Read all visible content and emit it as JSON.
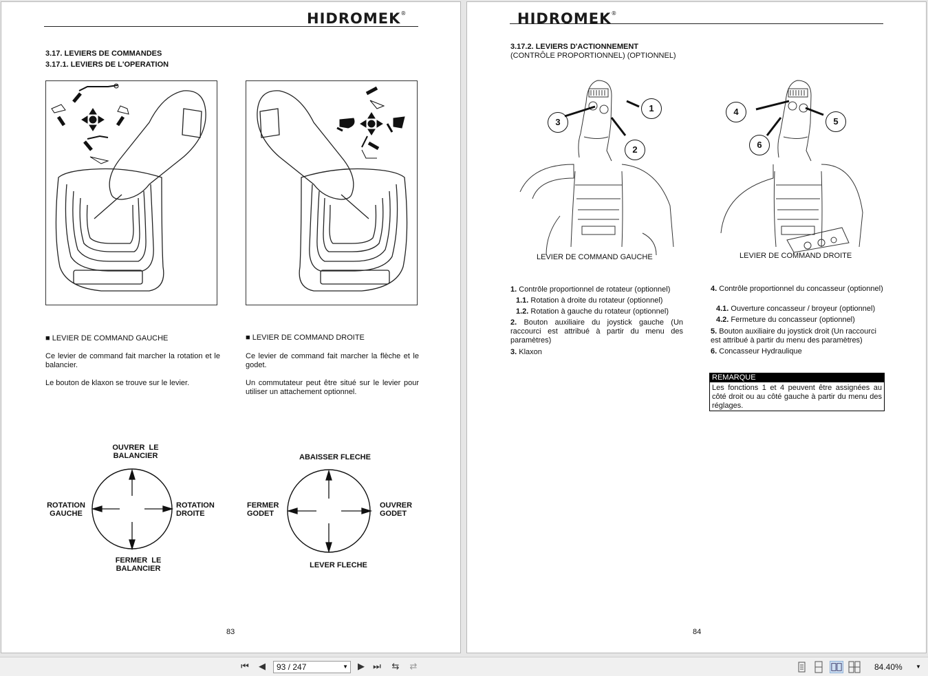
{
  "brand": "HIDROMEK",
  "left_page": {
    "heading1": "3.17. LEVIERS DE COMMANDES",
    "heading2": "3.17.1. LEVIERS DE L'OPERATION",
    "left_lever_title": "■ LEVIER DE COMMAND GAUCHE",
    "left_lever_p1": "Ce levier de command fait marcher la rotation et le balancier.",
    "left_lever_p2": "Le bouton de klaxon se trouve sur le levier.",
    "right_lever_title": "■ LEVIER DE COMMAND DROITE",
    "right_lever_p1": "Ce levier de command fait marcher la flèche et le godet.",
    "right_lever_p2": "Un commutateur peut être situé sur le levier pour utiliser un attachement optionnel.",
    "diagram_left": {
      "top": "OUVRER  LE\nBALANCIER",
      "left": "ROTATION\nGAUCHE",
      "right": "ROTATION\nDROITE",
      "bottom": "FERMER  LE\nBALANCIER"
    },
    "diagram_right": {
      "top": "ABAISSER FLECHE",
      "left": "FERMER\nGODET",
      "right": "OUVRER\nGODET",
      "bottom": "LEVER FLECHE"
    },
    "page_number": "83"
  },
  "right_page": {
    "heading1": "3.17.2. LEVIERS D'ACTIONNEMENT",
    "heading2": "(CONTRÔLE PROPORTIONNEL) (OPTIONNEL)",
    "caption_left": "LEVIER DE COMMAND GAUCHE",
    "caption_right": "LEVIER DE COMMAND DROITE",
    "callouts_left": [
      "1",
      "2",
      "3"
    ],
    "callouts_right": [
      "4",
      "5",
      "6"
    ],
    "items_left": [
      {
        "num": "1.",
        "text": "Contrôle proportionnel de rotateur (optionnel)"
      },
      {
        "num": "1.1.",
        "text": "Rotation à droite du rotateur (optionnel)"
      },
      {
        "num": "1.2.",
        "text": "Rotation à gauche du rotateur (optionnel)"
      },
      {
        "num": "2.",
        "text": "Bouton auxiliaire du joystick gauche (Un raccourci est attribué à partir du menu des paramètres)"
      },
      {
        "num": "3.",
        "text": "Klaxon"
      }
    ],
    "items_right": [
      {
        "num": "4.",
        "text": "Contrôle proportionnel du concasseur (optionnel)"
      },
      {
        "num": "4.1.",
        "text": "Ouverture concasseur / broyeur (optionnel)"
      },
      {
        "num": "4.2.",
        "text": "Fermeture du concasseur (optionnel)"
      },
      {
        "num": "5.",
        "text": "Bouton auxiliaire du joystick droit (Un raccourci est attribué à partir du menu des paramètres)"
      },
      {
        "num": "6.",
        "text": "Concasseur Hydraulique"
      }
    ],
    "note_title": "REMARQUE",
    "note_text": "Les fonctions 1 et 4 peuvent être assignées au côté droit ou au côté gauche à partir du menu des réglages.",
    "page_number": "84"
  },
  "toolbar": {
    "page_indicator": "93 / 247",
    "zoom": "84.40%"
  }
}
